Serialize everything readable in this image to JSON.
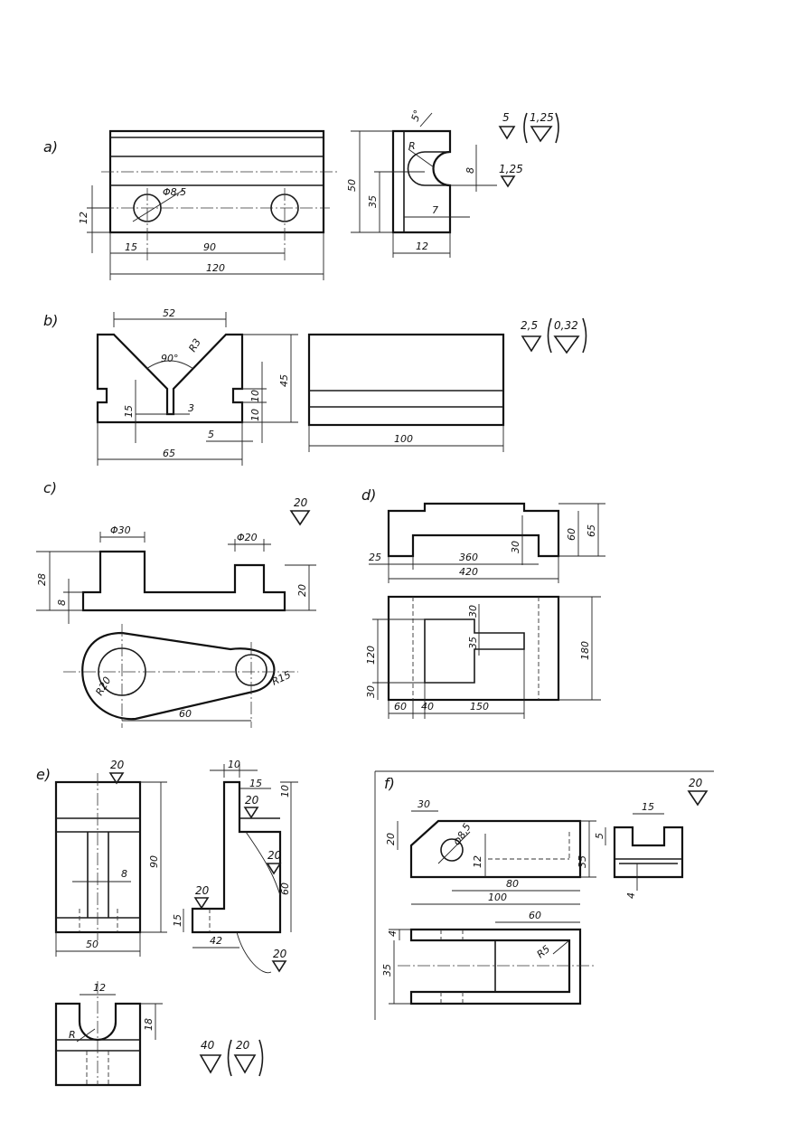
{
  "parts": {
    "a": {
      "label": "a)",
      "dims": [
        "Φ8,5",
        "12",
        "15",
        "90",
        "120",
        "5°",
        "R",
        "8",
        "50",
        "35",
        "7",
        "12"
      ],
      "roughness": {
        "main": "5",
        "other": "1,25",
        "local": "1,25"
      }
    },
    "b": {
      "label": "b)",
      "dims": [
        "52",
        "90°",
        "R3",
        "45",
        "10",
        "3",
        "15",
        "10",
        "5",
        "65",
        "100"
      ],
      "roughness": {
        "main": "2,5",
        "other": "0,32"
      }
    },
    "c": {
      "label": "c)",
      "dims": [
        "Φ30",
        "Φ20",
        "28",
        "8",
        "20",
        "R20",
        "R15",
        "60"
      ],
      "roughness": {
        "main": "20"
      }
    },
    "d": {
      "label": "d)",
      "dims": [
        "60",
        "65",
        "30",
        "25",
        "360",
        "420",
        "30",
        "35",
        "120",
        "180",
        "30",
        "60",
        "40",
        "150"
      ]
    },
    "e": {
      "label": "e)",
      "dims": [
        "8",
        "90",
        "50",
        "10",
        "15",
        "10",
        "60",
        "15",
        "42",
        "12",
        "18",
        "R"
      ],
      "roughness": {
        "main": "40",
        "other": "20",
        "local": [
          "20",
          "20",
          "20",
          "20",
          "20"
        ]
      }
    },
    "f": {
      "label": "f)",
      "dims": [
        "30",
        "20",
        "Φ8,5",
        "12",
        "80",
        "100",
        "35",
        "5",
        "15",
        "4",
        "60",
        "4",
        "35",
        "R5"
      ],
      "roughness": {
        "main": "20"
      }
    }
  }
}
